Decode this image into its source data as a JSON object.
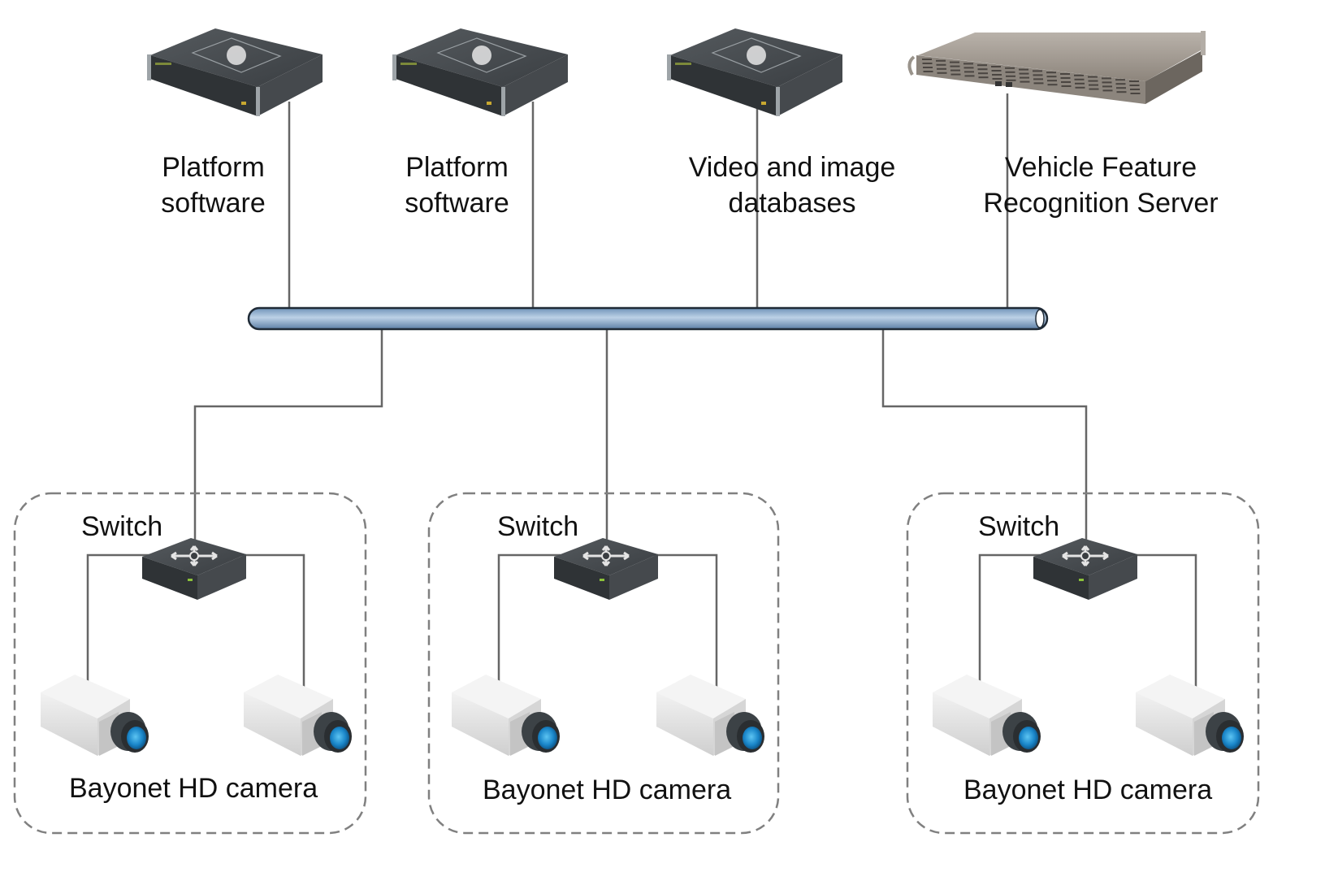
{
  "servers": [
    {
      "label_line1": "Platform",
      "label_line2": "software",
      "icon": "platform-software-server-icon"
    },
    {
      "label_line1": "Platform",
      "label_line2": "software",
      "icon": "database-server-icon"
    },
    {
      "label_line1": "Video and image",
      "label_line2": "databases",
      "icon": "web-server-icon"
    },
    {
      "label_line1": "Vehicle Feature",
      "label_line2": "Recognition Server",
      "icon": "rack-server-icon"
    }
  ],
  "network_bus": {
    "name": "network-backbone"
  },
  "groups": [
    {
      "switch_label": "Switch",
      "camera_label": "Bayonet HD camera",
      "cameras": 2
    },
    {
      "switch_label": "Switch",
      "camera_label": "Bayonet HD camera",
      "cameras": 2
    },
    {
      "switch_label": "Switch",
      "camera_label": "Bayonet HD camera",
      "cameras": 2
    }
  ],
  "colors": {
    "line": "#666666",
    "bus_fill": "#9fbcd8",
    "bus_stroke": "#1f2a36",
    "device_dark": "#3c4044",
    "lens_blue": "#1a86c9",
    "dashed": "#808080"
  }
}
